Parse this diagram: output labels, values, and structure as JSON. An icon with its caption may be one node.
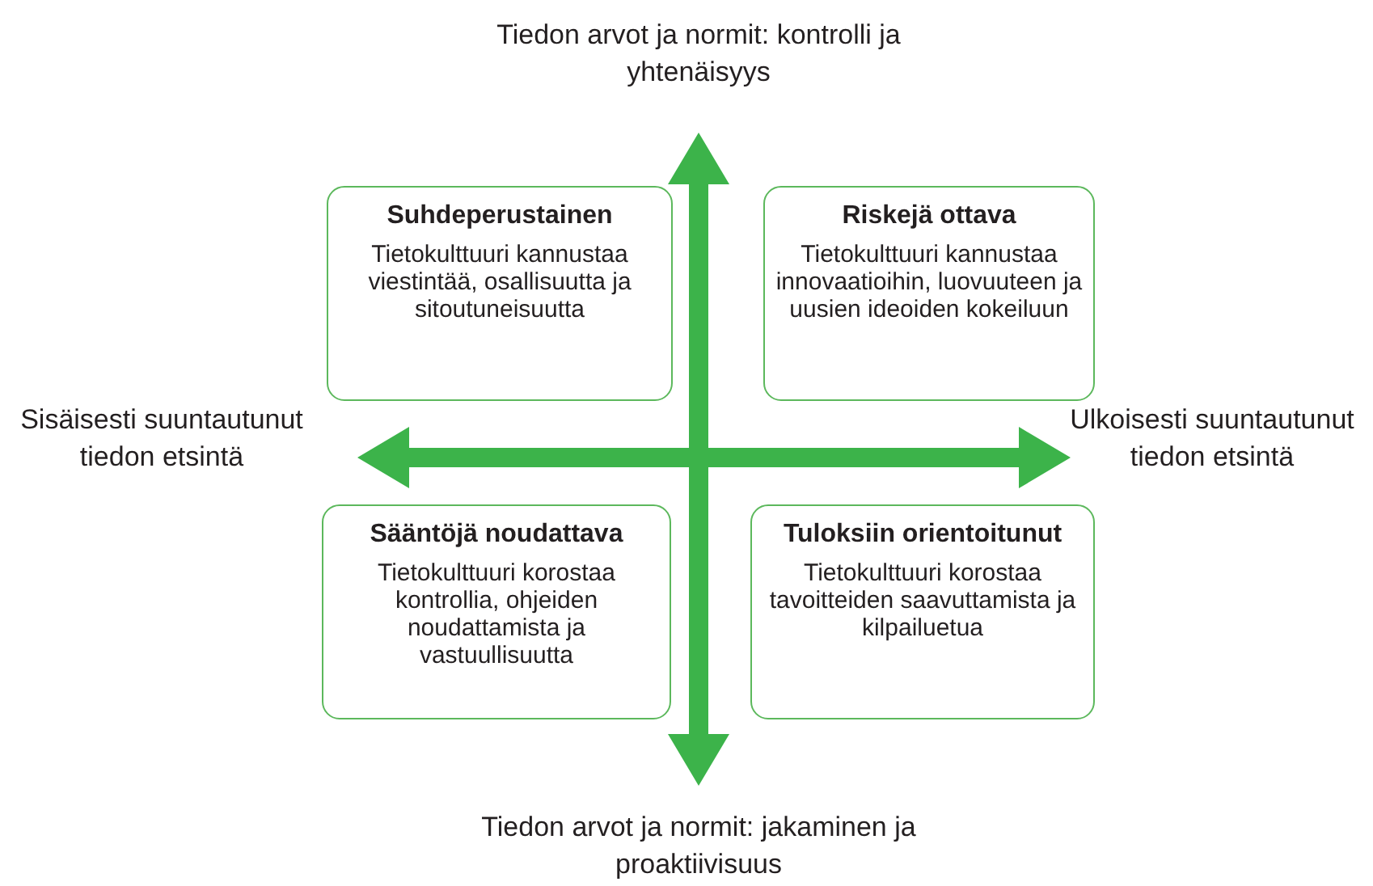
{
  "diagram": {
    "nodes": [
      {
        "text": [
          "Suhdeperustainen",
          "Tietokulttuuri kannustaa viestintää, osallisuutta ja sitoutuneisuutta"
        ]
      },
      {
        "text": [
          "Riskejä ottava",
          "Tietokulttuuri kannustaa innovaatioihin, luovuuteen ja uusien ideoiden kokeiluun"
        ]
      },
      {
        "text": [
          "Sääntöjä noudattava",
          "Tietokulttuuri korostaa kontrollia, ohjeiden noudattamista ja vastuullisuutta"
        ]
      },
      {
        "text": [
          "Tuloksiin orientoitunut",
          "Tietokulttuuri korostaa tavoitteiden saavuttamista ja kilpailuetua"
        ]
      }
    ],
    "labels": [
      "Tiedon arvot ja normit: kontrolli ja yhtenäisyys",
      "Sisäisesti suuntautunut tiedon etsintä",
      "Ulkoisesti suuntautunut tiedon etsintä",
      "Tiedon arvot ja normit: jakaminen ja proaktiivisuus"
    ]
  }
}
